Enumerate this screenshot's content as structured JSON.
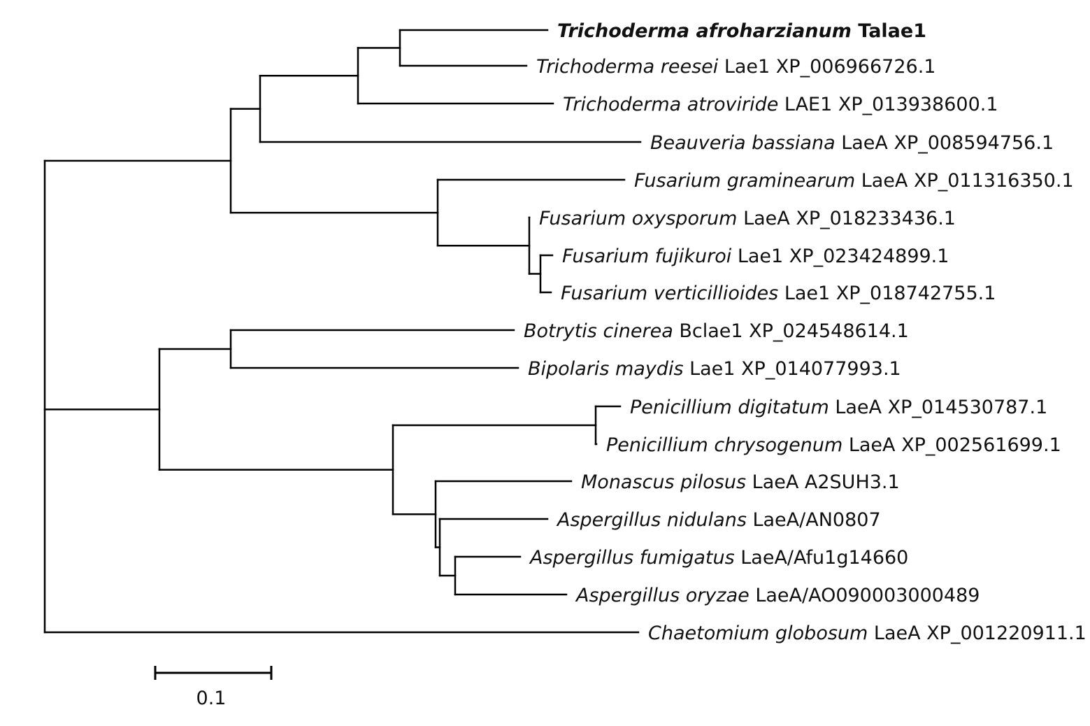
{
  "tree": {
    "children": [
      {
        "children": [
          {
            "children": [
              {
                "children": [
                  {
                    "children": [
                      {
                        "species": "Trichoderma afroharzianum",
                        "gene": "Talae1",
                        "highlight": true
                      },
                      {
                        "species": "Trichoderma reesei",
                        "gene": "Lae1 XP_006966726.1"
                      }
                    ]
                  },
                  {
                    "species": "Trichoderma atroviride",
                    "gene": "LAE1 XP_013938600.1"
                  }
                ]
              },
              {
                "species": "Beauveria bassiana",
                "gene": "LaeA XP_008594756.1"
              }
            ]
          },
          {
            "children": [
              {
                "species": "Fusarium graminearum",
                "gene": "LaeA XP_011316350.1"
              },
              {
                "children": [
                  {
                    "species": "Fusarium oxysporum",
                    "gene": "LaeA XP_018233436.1"
                  },
                  {
                    "children": [
                      {
                        "species": "Fusarium fujikuroi",
                        "gene": "Lae1 XP_023424899.1"
                      },
                      {
                        "species": "Fusarium verticillioides",
                        "gene": "Lae1 XP_018742755.1"
                      }
                    ]
                  }
                ]
              }
            ]
          }
        ]
      },
      {
        "children": [
          {
            "children": [
              {
                "species": "Botrytis cinerea",
                "gene": "Bclae1 XP_024548614.1"
              },
              {
                "species": "Bipolaris maydis",
                "gene": "Lae1 XP_014077993.1"
              }
            ]
          },
          {
            "children": [
              {
                "children": [
                  {
                    "species": "Penicillium digitatum",
                    "gene": "LaeA XP_014530787.1"
                  },
                  {
                    "species": "Penicillium chrysogenum",
                    "gene": "LaeA XP_002561699.1"
                  }
                ]
              },
              {
                "children": [
                  {
                    "species": "Monascus pilosus",
                    "gene": "LaeA A2SUH3.1"
                  },
                  {
                    "children": [
                      {
                        "species": "Aspergillus nidulans",
                        "gene": "LaeA/AN0807"
                      },
                      {
                        "children": [
                          {
                            "species": "Aspergillus fumigatus",
                            "gene": "LaeA/Afu1g14660"
                          },
                          {
                            "species": "Aspergillus oryzae",
                            "gene": "LaeA/AO090003000489"
                          }
                        ]
                      }
                    ]
                  }
                ]
              }
            ]
          }
        ]
      },
      {
        "species": "Chaetomium globosum",
        "gene": "LaeA XP_001220911.1"
      }
    ]
  },
  "scale_bar": {
    "label": "0.1",
    "value": 0.1
  }
}
